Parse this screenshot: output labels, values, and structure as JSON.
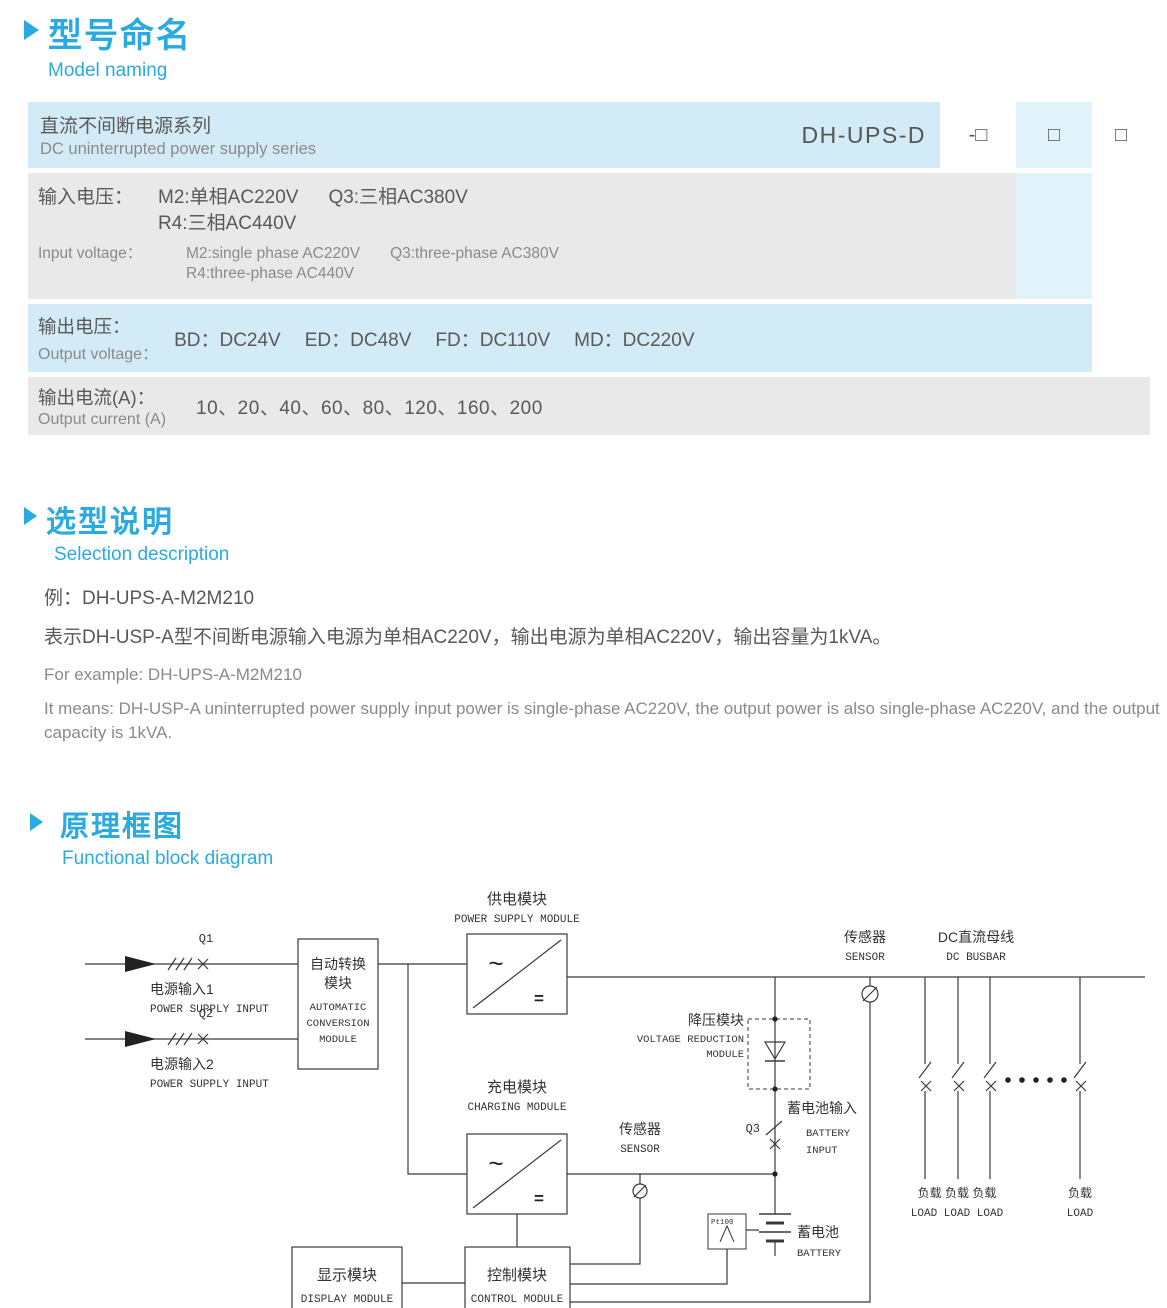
{
  "colors": {
    "accent": "#29aae1",
    "row_blue": "#d3ebf7",
    "band_blue": "#e2f2fb",
    "row_gray": "#e9e9e9"
  },
  "model_naming": {
    "title_zh": "型号命名",
    "title_en": "Model naming",
    "row1": {
      "name_zh": "直流不间断电源系列",
      "name_en": "DC uninterrupted power supply series",
      "code": "DH-UPS-D",
      "ph1": "-□",
      "ph2": "□",
      "ph3": "□"
    },
    "row2": {
      "label_zh": "输入电压：",
      "zh1a": "M2:单相AC220V",
      "zh1b": "Q3:三相AC380V",
      "zh2": "R4:三相AC440V",
      "label_en": "Input voltage：",
      "en1a": "M2:single phase AC220V",
      "en1b": "Q3:three-phase AC380V",
      "en2": "R4:three-phase AC440V"
    },
    "row3": {
      "label_zh": "输出电压：",
      "label_en": "Output voltage：",
      "v1": "BD：DC24V",
      "v2": "ED：DC48V",
      "v3": "FD：DC110V",
      "v4": "MD：DC220V"
    },
    "row4": {
      "label_zh": "输出电流(A)：",
      "label_en": "Output current (A)",
      "values": "10、20、40、60、80、120、160、200"
    }
  },
  "selection": {
    "title_zh": "选型说明",
    "title_en": "Selection description",
    "example_zh": "例：DH-UPS-A-M2M210",
    "desc_zh": "表示DH-USP-A型不间断电源输入电源为单相AC220V，输出电源为单相AC220V，输出容量为1kVA。",
    "example_en": "For example: DH-UPS-A-M2M210",
    "desc_en": "It means: DH-USP-A uninterrupted power supply input power is single-phase AC220V, the output power is also single-phase AC220V, and the output capacity is 1kVA."
  },
  "diagram": {
    "title_zh": "原理框图",
    "title_en": "Functional block diagram",
    "labels": {
      "q1": "Q1",
      "q2": "Q2",
      "q3": "Q3",
      "input1_zh": "电源输入1",
      "input1_en": "POWER SUPPLY INPUT",
      "input2_zh": "电源输入2",
      "input2_en": "POWER SUPPLY INPUT",
      "auto_zh1": "自动转换",
      "auto_zh2": "模块",
      "auto_en1": "AUTOMATIC",
      "auto_en2": "CONVERSION",
      "auto_en3": "MODULE",
      "psm_zh": "供电模块",
      "psm_en": "POWER SUPPLY MODULE",
      "chg_zh": "充电模块",
      "chg_en": "CHARGING MODULE",
      "sensor1_zh": "传感器",
      "sensor1_en": "SENSOR",
      "sensor2_zh": "传感器",
      "sensor2_en": "SENSOR",
      "bus_zh": "DC直流母线",
      "bus_en": "DC BUSBAR",
      "vr_zh": "降压模块",
      "vr_en1": "VOLTAGE REDUCTION",
      "vr_en2": "MODULE",
      "batin_zh": "蓄电池输入",
      "batin_en1": "BATTERY",
      "batin_en2": "INPUT",
      "bat_zh": "蓄电池",
      "bat_en": "BATTERY",
      "pt100": "Pt100",
      "disp_zh": "显示模块",
      "disp_en": "DISPLAY MODULE",
      "ctrl_zh": "控制模块",
      "ctrl_en": "CONTROL MODULE",
      "loads_zh": "负载 负载 负载",
      "loads_en": "LOAD LOAD LOAD",
      "load2_zh": "负载",
      "load2_en": "LOAD",
      "ac": "~",
      "dc": "="
    }
  }
}
